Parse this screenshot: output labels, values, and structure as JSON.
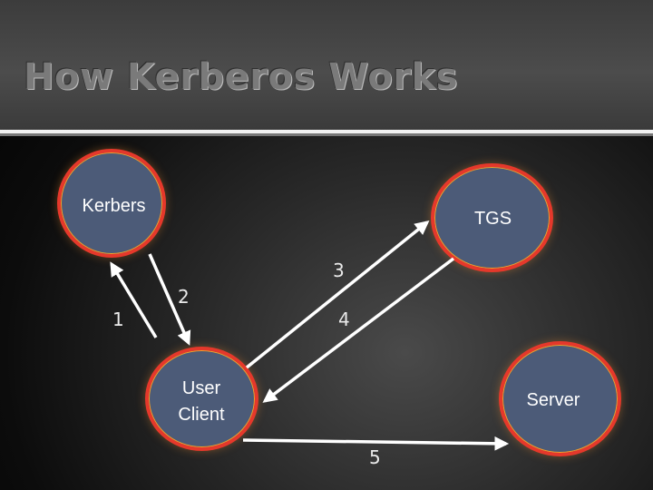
{
  "slide": {
    "title": "How Kerberos Works"
  },
  "nodes": {
    "kerberos": {
      "label": "Kerbers"
    },
    "tgs": {
      "label": "TGS"
    },
    "user_client": {
      "label": "User\nClient"
    },
    "server": {
      "label": "Server"
    }
  },
  "steps": {
    "step1": "1",
    "step2": "2",
    "step3": "3",
    "step4": "4",
    "step5": "5"
  },
  "colors": {
    "node_fill": "#4c5b78",
    "node_border": "#e5382b",
    "arrow": "#ffffff"
  }
}
